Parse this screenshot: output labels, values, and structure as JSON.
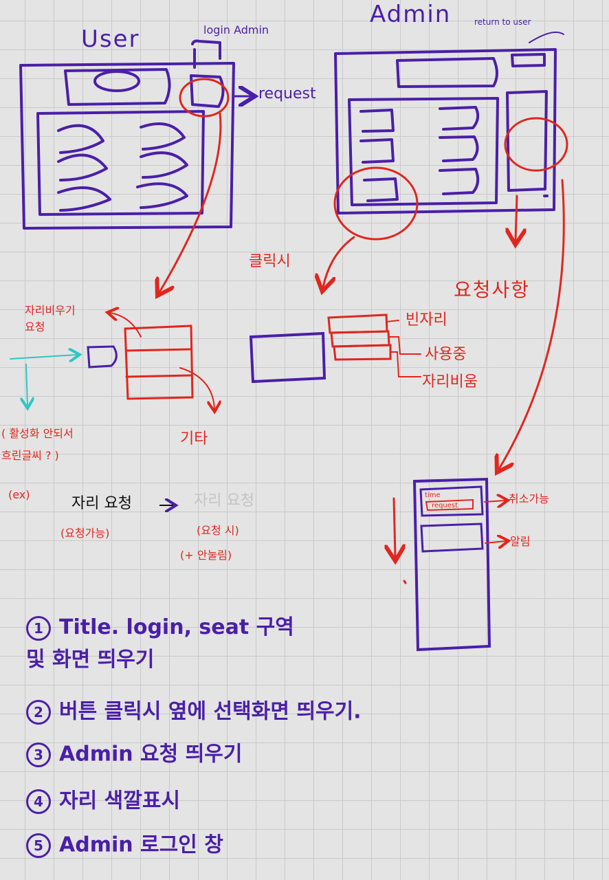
{
  "titles": {
    "user": "User",
    "admin": "Admin",
    "login_admin": "login Admin",
    "return_to_user": "return to user",
    "request": "request"
  },
  "labels": {
    "click": "클릭시",
    "request_items": "요청사항",
    "seat_clear_request": "자리비우기\n요청",
    "other": "기타",
    "empty_seat": "빈자리",
    "in_use": "사용중",
    "seat_clear": "자리비움",
    "inactive_question": "( 활성화 안되서\n흐린글씨 ? )",
    "ex": "(ex)",
    "seat_request_active": "자리 요청",
    "arrow": "→",
    "seat_request_inactive": "자리 요청",
    "request_possible": "(요청가능)",
    "request_done": "(요청 시)",
    "not_clickable": "(+ 안눌림)",
    "time": "time",
    "request_box": "request",
    "cancel_possible": "취소가능",
    "approve": "알림"
  },
  "todo_list": [
    {
      "num": "1",
      "text": "Title. login, seat 구역\n및 화면 띄우기"
    },
    {
      "num": "2",
      "text": "버튼 클릭시 옆에 선택화면 띄우기."
    },
    {
      "num": "3",
      "text": "Admin 요청 띄우기"
    },
    {
      "num": "4",
      "text": "자리 색깔표시"
    },
    {
      "num": "5",
      "text": "Admin 로그인 창"
    }
  ],
  "colors": {
    "ink_purple": "#4a1fa8",
    "ink_red": "#e0261e",
    "ink_teal": "#2ec7c2",
    "grid": "#c9c9c9",
    "paper": "#e4e4e4"
  }
}
